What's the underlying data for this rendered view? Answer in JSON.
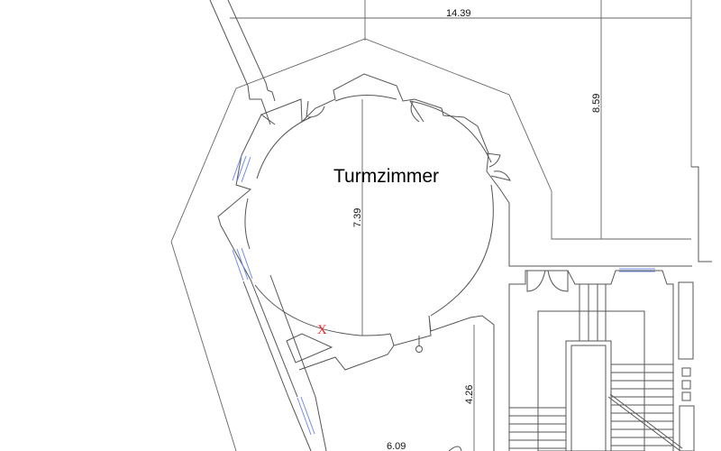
{
  "plan": {
    "room_label": "Turmzimmer",
    "marker": "X",
    "dimensions": {
      "top_width": "14.39",
      "right_height": "8.59",
      "tower_diameter": "7.39",
      "lower_room_height": "4.26",
      "lower_room_width": "6.09"
    },
    "colors": {
      "wall": "#555555",
      "window": "#6f8de8",
      "marker": "#e22222"
    }
  }
}
